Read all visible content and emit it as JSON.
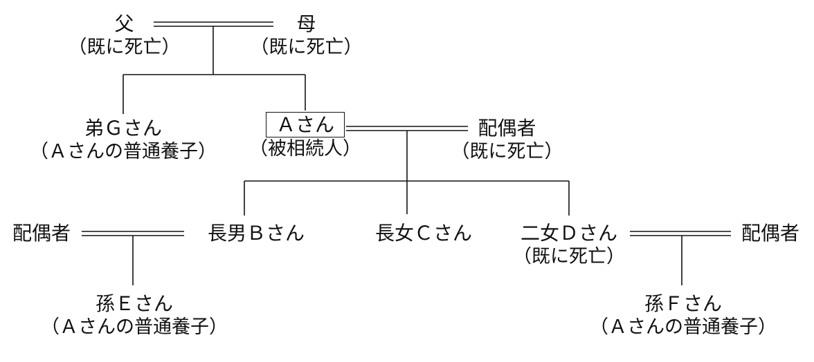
{
  "father": {
    "name": "父",
    "note": "（既に死亡）"
  },
  "mother": {
    "name": "母",
    "note": "（既に死亡）"
  },
  "brother_g": {
    "name": "弟Ｇさん",
    "note": "（Ａさんの普通養子）"
  },
  "person_a": {
    "name": "Ａさん",
    "note": "（被相続人）"
  },
  "spouse_a": {
    "name": "配偶者",
    "note": "（既に死亡）"
  },
  "spouse_b": {
    "name": "配偶者"
  },
  "son_b": {
    "name": "長男Ｂさん"
  },
  "daughter_c": {
    "name": "長女Ｃさん"
  },
  "daughter_d": {
    "name": "二女Ｄさん",
    "note": "（既に死亡）"
  },
  "spouse_d": {
    "name": "配偶者"
  },
  "grandchild_e": {
    "name": "孫Ｅさん",
    "note": "（Ａさんの普通養子）"
  },
  "grandchild_f": {
    "name": "孫Ｆさん",
    "note": "（Ａさんの普通養子）"
  }
}
